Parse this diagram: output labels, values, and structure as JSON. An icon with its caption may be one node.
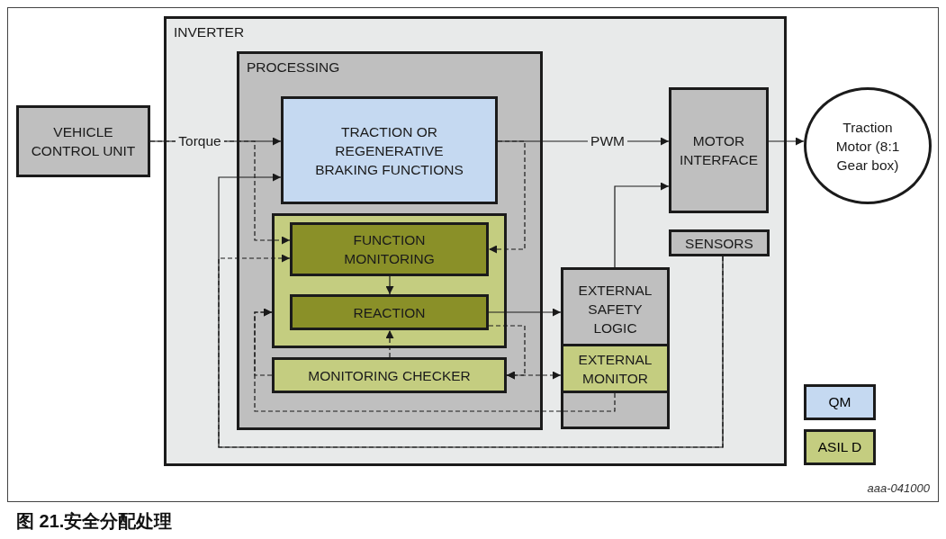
{
  "diagram": {
    "caption": "图 21.安全分配处理",
    "nodes": [
      {
        "text": [
          "INVERTER"
        ]
      },
      {
        "text": [
          "PROCESSING"
        ],
        "in": 0
      },
      {
        "text": [
          "TRACTION OR REGENERATIVE BRAKING FUNCTIONS"
        ],
        "in": 1
      },
      {
        "text": [],
        "shape": "box",
        "in": 1
      },
      {
        "text": [
          "FUNCTION MONITORING"
        ],
        "in": 3
      },
      {
        "text": [
          "REACTION"
        ],
        "in": 3
      },
      {
        "text": [
          "MONITORING CHECKER"
        ],
        "in": 1
      },
      {
        "text": [
          "VEHICLE CONTROL UNIT"
        ]
      },
      {
        "text": [
          "MOTOR INTERFACE"
        ],
        "in": 0
      },
      {
        "text": [
          "SENSORS"
        ],
        "in": 0
      },
      {
        "text": [
          "EXTERNAL SAFETY LOGIC"
        ],
        "in": 0
      },
      {
        "text": [
          "EXTERNAL MONITOR"
        ],
        "in": 10
      },
      {
        "text": [
          "Traction Motor (8:1 Gear box)"
        ]
      }
    ],
    "edges": [
      {
        "from": 7,
        "to": 2,
        "arrow": "to",
        "label": "Torque"
      },
      {
        "from": 7,
        "to": 4,
        "arrow": "to",
        "style": "dashed"
      },
      {
        "from": 2,
        "to": 8,
        "arrow": "to",
        "label": "PWM"
      },
      {
        "from": 2,
        "to": 4,
        "arrow": "to",
        "style": "dashed"
      },
      {
        "from": 8,
        "to": 12,
        "arrow": "to"
      },
      {
        "from": 9,
        "to": 2,
        "arrow": "to"
      },
      {
        "from": 9,
        "to": 4,
        "arrow": "to",
        "style": "dashed"
      },
      {
        "from": 4,
        "to": 5,
        "arrow": "to"
      },
      {
        "from": 5,
        "to": 10,
        "arrow": "to"
      },
      {
        "from": 10,
        "to": 8,
        "arrow": "to"
      },
      {
        "from": 6,
        "to": 5,
        "arrow": "to",
        "style": "dashed"
      },
      {
        "from": 5,
        "to": 6,
        "arrow": "to",
        "style": "dashed"
      },
      {
        "from": 6,
        "to": 11,
        "arrow": "both",
        "style": "dashed"
      },
      {
        "from": 11,
        "to": 3,
        "arrow": "to",
        "style": "dashed"
      },
      {
        "from": 6,
        "to": 3,
        "arrow": "to",
        "style": "dashed"
      }
    ],
    "labels": [
      "aaa-041000"
    ],
    "legend": [
      {
        "text": "QM",
        "color": "#c5d9f1"
      },
      {
        "text": "ASIL D",
        "color": "#c4cd80"
      }
    ]
  }
}
